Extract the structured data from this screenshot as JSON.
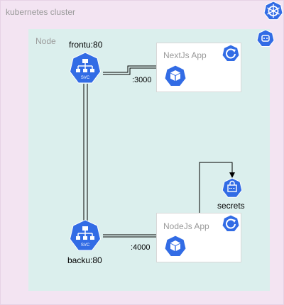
{
  "cluster": {
    "label": "kubernetes cluster",
    "icon": "kubernetes-icon"
  },
  "node": {
    "label": "Node",
    "icon": "node-icon"
  },
  "services": {
    "frontend": {
      "label": "frontu:80",
      "badge": "SVC",
      "icon": "service-icon"
    },
    "backend": {
      "label": "backu:80",
      "badge": "SVC",
      "icon": "service-icon"
    }
  },
  "apps": {
    "nextjs": {
      "label": "NextJs App",
      "port": ":3000",
      "icon": "pod-icon",
      "deploy_icon": "deployment-icon"
    },
    "nodejs": {
      "label": "NodeJs App",
      "port": ":4000",
      "icon": "pod-icon",
      "deploy_icon": "deployment-icon"
    }
  },
  "secrets": {
    "label": "secrets",
    "icon": "secret-icon"
  },
  "colors": {
    "k8s_blue": "#326ce5",
    "cluster_bg": "#f3e4f2",
    "node_bg": "#dbefed"
  }
}
